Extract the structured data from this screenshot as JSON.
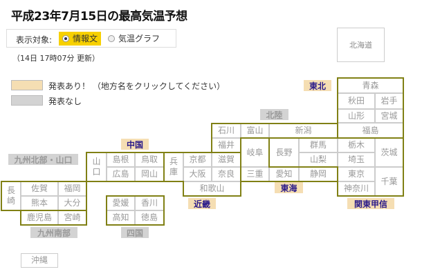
{
  "title": "平成23年7月15日の最高気温予想",
  "display": {
    "label": "表示対象:",
    "options": [
      {
        "label": "情報文",
        "selected": true
      },
      {
        "label": "気温グラフ",
        "selected": false
      }
    ]
  },
  "updated": "（14日 17時07分 更新）",
  "legend": [
    {
      "label": "発表あり！ （地方名をクリックしてください）",
      "color": "#f5deb3"
    },
    {
      "label": "発表なし",
      "color": "#d3d3d3"
    }
  ],
  "colors": {
    "border": "#808014",
    "issued": "#f5deb3",
    "none": "#d3d3d3"
  },
  "hokkaido": "北海道",
  "regions": {
    "tohoku": "東北",
    "hokuriku": "北陸",
    "chugoku": "中国",
    "kyushu_north": "九州北部・山口",
    "kinki": "近畿",
    "tokai": "東海",
    "kanto": "関東甲信",
    "kyushu_south": "九州南部",
    "shikoku": "四国"
  },
  "prefs": {
    "aomori": "青森",
    "akita": "秋田",
    "iwate": "岩手",
    "yamagata": "山形",
    "miyagi": "宮城",
    "fukushima": "福島",
    "ishikawa": "石川",
    "toyama": "富山",
    "niigata": "新潟",
    "fukui": "福井",
    "gifu": "岐阜",
    "nagano": "長野",
    "gunma": "群馬",
    "yamanashi": "山梨",
    "tochigi": "栃木",
    "saitama": "埼玉",
    "ibaraki": "茨城",
    "tokyo": "東京",
    "kanagawa": "神奈川",
    "chiba": "千葉",
    "mie": "三重",
    "aichi": "愛知",
    "shizuoka": "静岡",
    "shiga": "滋賀",
    "nara": "奈良",
    "wakayama": "和歌山",
    "kyoto": "京都",
    "osaka": "大阪",
    "hyogo": "兵庫",
    "yamaguchi": "山口",
    "shimane": "島根",
    "tottori": "鳥取",
    "hiroshima": "広島",
    "okayama": "岡山",
    "nagasaki": "長崎",
    "saga": "佐賀",
    "fukuoka": "福岡",
    "kumamoto": "熊本",
    "oita": "大分",
    "kagoshima": "鹿児島",
    "miyazaki": "宮崎",
    "ehime": "愛媛",
    "kagawa": "香川",
    "kochi": "高知",
    "tokushima": "徳島",
    "okinawa": "沖縄"
  }
}
